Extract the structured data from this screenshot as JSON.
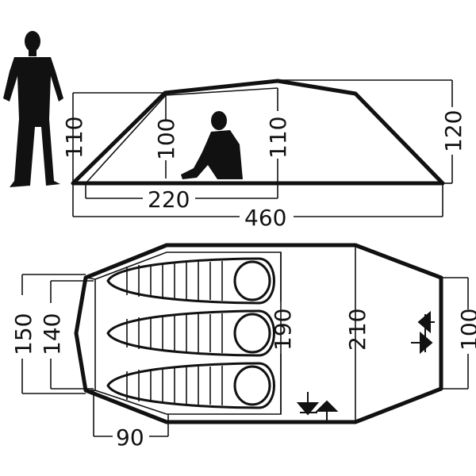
{
  "side_view": {
    "front_height": "110",
    "inner_height": "100",
    "peak_height": "110",
    "rear_height": "120",
    "inner_length": "220",
    "total_length": "460"
  },
  "top_view": {
    "outer_width": "150",
    "inner_width": "140",
    "vestibule_depth": "90",
    "bedroom_length": "190",
    "living_area_length": "210",
    "rear_width": "100"
  }
}
